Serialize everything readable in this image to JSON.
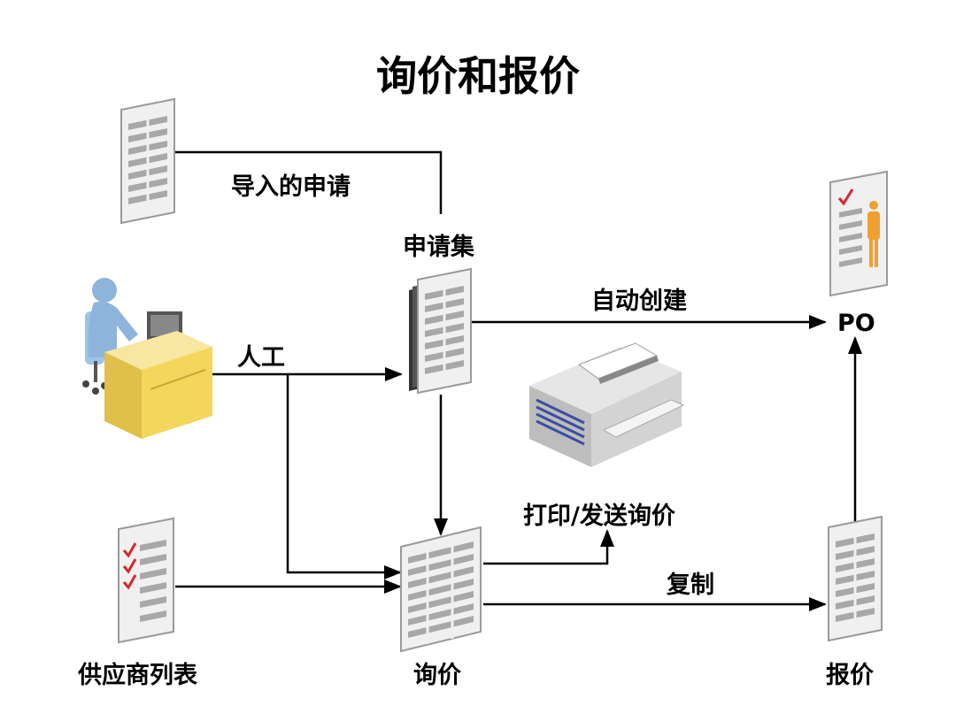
{
  "title": "询价和报价",
  "labels": {
    "imported_requisitions": "导入的申请",
    "requisition_pool": "申请集",
    "manual": "人工",
    "autocreate": "自动创建",
    "po": "PO",
    "print_send_rfq": "打印/发送询价",
    "copy": "复制",
    "supplier_list": "供应商列表",
    "rfq": "询价",
    "quotation": "报价"
  },
  "colors": {
    "doc_gray": "#c8c8c8",
    "line": "#000000",
    "desk_yellow": "#f3d75a",
    "person_blue": "#8fb4dc",
    "check_red": "#d8262c",
    "figure_orange": "#f0a030"
  }
}
